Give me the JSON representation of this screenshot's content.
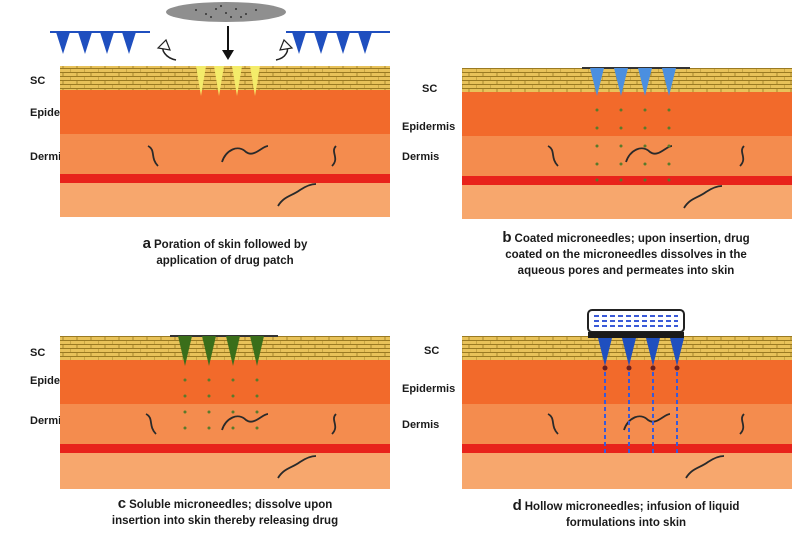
{
  "panels": [
    {
      "id": "a",
      "layer_labels": {
        "sc": "SC",
        "epidermis": "Epidermis",
        "dermis": "Dermis"
      },
      "caption_letter": "a",
      "caption_lines": [
        "Poration of skin followed by",
        "application of drug patch"
      ]
    },
    {
      "id": "b",
      "layer_labels": {
        "sc": "SC",
        "epidermis": "Epidermis",
        "dermis": "Dermis"
      },
      "caption_letter": "b",
      "caption_lines": [
        "Coated microneedles; upon insertion, drug",
        "coated on the microneedles dissolves in the",
        "aqueous pores and permeates into skin"
      ]
    },
    {
      "id": "c",
      "layer_labels": {
        "sc": "SC",
        "epidermis": "Epidermis",
        "dermis": "Dermis"
      },
      "caption_letter": "c",
      "caption_lines": [
        "Soluble microneedles; dissolve upon",
        "insertion into skin thereby releasing drug"
      ]
    },
    {
      "id": "d",
      "layer_labels": {
        "sc": "SC",
        "epidermis": "Epidermis",
        "dermis": "Dermis"
      },
      "caption_letter": "d",
      "caption_lines": [
        "Hollow microneedles; infusion of liquid",
        "formulations into skin"
      ]
    }
  ],
  "colors": {
    "sc_layer": "#e8c25a",
    "epidermis": "#f26a2b",
    "dermis": "#f48c4e",
    "dermis_light": "#f7a76d",
    "blood_vessel": "#e8231b",
    "needle_blue": "#1f4fbf",
    "needle_green": "#3a6e1a",
    "pore_yellow": "#f4ec6a",
    "patch_grey": "#8f8f8f"
  }
}
